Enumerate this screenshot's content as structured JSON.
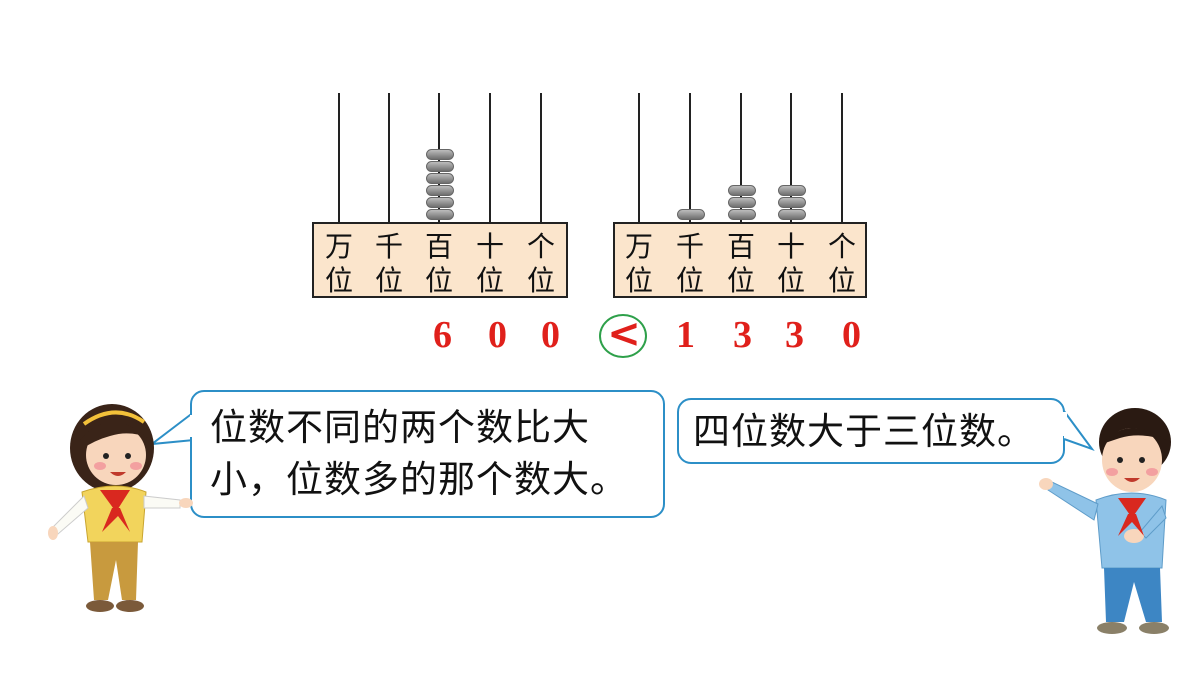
{
  "left_abacus": {
    "places": [
      "万位",
      "千位",
      "百位",
      "十位",
      "个位"
    ],
    "beads": [
      0,
      0,
      6,
      0,
      0
    ]
  },
  "right_abacus": {
    "places": [
      "万位",
      "千位",
      "百位",
      "十位",
      "个位"
    ],
    "beads": [
      0,
      1,
      3,
      3,
      0
    ]
  },
  "comparison": {
    "left_digits": [
      "6",
      "0",
      "0"
    ],
    "symbol": "<",
    "right_digits": [
      "1",
      "3",
      "3",
      "0"
    ]
  },
  "speech_left": {
    "line1": "位数不同的两个数比大",
    "line2": "小，位数多的那个数大。"
  },
  "speech_right": {
    "text": "四位数大于三位数。"
  },
  "colors": {
    "number_red": "#e0201b",
    "circle_green": "#2ea04a",
    "bubble_border": "#2c8fc7",
    "abacus_base": "#fbe5cc"
  }
}
